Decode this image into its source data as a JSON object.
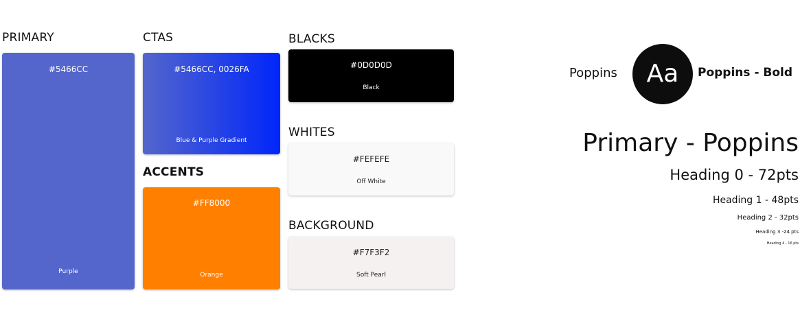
{
  "sections": {
    "primary": {
      "title": "PRIMARY",
      "hex": "#5466CC",
      "label": "Purple"
    },
    "ctas": {
      "title": "CTAS",
      "hex": "#5466CC, 0026FA",
      "label": "Blue & Purple Gradient"
    },
    "accents": {
      "title": "ACCENTS",
      "hex": "#FF8000",
      "label": "Orange"
    },
    "blacks": {
      "title": "BLACKS",
      "hex": "#0D0D0D",
      "label": "Black"
    },
    "whites": {
      "title": "WHITES",
      "hex": "#FEFEFE",
      "label": "Off White"
    },
    "background": {
      "title": "BACKGROUND",
      "hex": "#F7F3F2",
      "label": "Soft Pearl"
    }
  },
  "typography": {
    "regular_label": "Poppins",
    "sample_glyph": "Aa",
    "bold_label": "Poppins - Bold",
    "primary_heading": "Primary - Poppins",
    "heading0": "Heading 0 - 72pts",
    "heading1": "Heading 1 - 48pts",
    "heading2": "Heading 2 - 32pts",
    "heading3": "Heading 3 -24 pts",
    "heading4": "Heading 4 -  16 pts"
  },
  "colors": {
    "primary": "#5466CC",
    "cta_end": "#0026FA",
    "accent": "#FF8000",
    "black": "#0D0D0D",
    "white": "#FEFEFE",
    "background": "#F7F3F2"
  }
}
